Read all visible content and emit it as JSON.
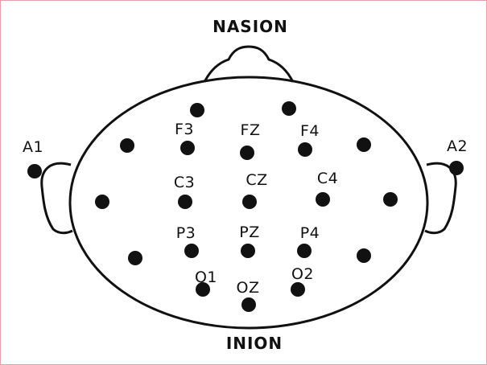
{
  "labels": {
    "nasion": "NASION",
    "inion": "INION",
    "a1": "A1",
    "a2": "A2",
    "f3": "F3",
    "fz": "FZ",
    "f4": "F4",
    "c3": "C3",
    "cz": "CZ",
    "c4": "C4",
    "p3": "P3",
    "pz": "PZ",
    "p4": "P4",
    "o1": "O1",
    "oz": "OZ",
    "o2": "O2"
  },
  "colors": {
    "ink": "#111111",
    "frame_border": "#e8a0a8"
  }
}
